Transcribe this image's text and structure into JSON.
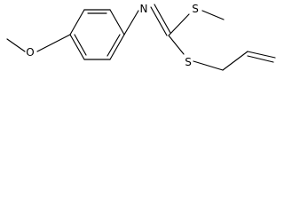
{
  "molecule": {
    "atoms": {
      "nitrogen": "N",
      "methylthio_sulfur": "S",
      "allylthio_sulfur": "S",
      "methoxy_oxygen": "O"
    }
  },
  "colors": {
    "bond": "#000000",
    "background": "#ffffff"
  }
}
